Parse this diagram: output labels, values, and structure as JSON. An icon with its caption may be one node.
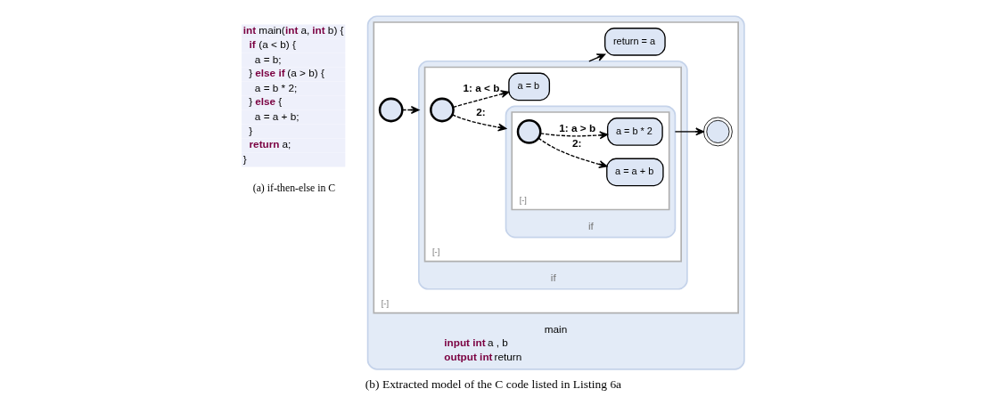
{
  "diagram": {
    "caption": "(b) Extracted model of the C code listed in Listing 6a",
    "nodes": [
      {
        "text": [
          "main",
          "**input int** a , b",
          "**output int** return"
        ]
      },
      {
        "text": [
          "[-]"
        ],
        "in": 0
      },
      {
        "text": [],
        "shape": "circle",
        "in": 1
      },
      {
        "text": [
          "if"
        ],
        "in": 1
      },
      {
        "text": [
          "[-]"
        ],
        "in": 3
      },
      {
        "text": [],
        "shape": "circle",
        "in": 4
      },
      {
        "text": [
          "if"
        ],
        "in": 4
      },
      {
        "text": [
          "[-]"
        ],
        "in": 6
      },
      {
        "text": [],
        "shape": "circle",
        "in": 7
      },
      {
        "text": [
          "a = a + b"
        ],
        "in": 7
      },
      {
        "text": [
          "a = b * 2"
        ],
        "in": 7
      },
      {
        "text": [
          "a = b"
        ],
        "in": 4
      },
      {
        "text": [],
        "shape": "circle",
        "in": 1
      },
      {
        "text": [
          "return = a"
        ],
        "in": 1
      }
    ],
    "edges": [
      {
        "from": 2,
        "to": 3,
        "arrow": "to",
        "style": "dashed"
      },
      {
        "from": 5,
        "to": 6,
        "arrow": "to",
        "style": "dashed",
        "label": "2:"
      },
      {
        "from": 5,
        "to": 11,
        "arrow": "to",
        "style": "dashed",
        "label": "1: a < b"
      },
      {
        "from": 8,
        "to": 9,
        "arrow": "to",
        "style": "dashed",
        "label": "2:"
      },
      {
        "from": 8,
        "to": 10,
        "arrow": "to",
        "style": "dashed",
        "label": "1: a > b"
      },
      {
        "from": 6,
        "to": 12,
        "arrow": "to"
      },
      {
        "from": 3,
        "to": 13,
        "arrow": "to"
      }
    ],
    "labels": [
      "**int** main(**int** a, **int** b) {",
      "  **if** (a < b) {",
      "    a = b;",
      "  } **else if** (a > b) {",
      "    a = b * 2;",
      "  } **else** {",
      "    a = a + b;",
      "  }",
      "  **return** a;",
      "}",
      "(a) if-then-else in C"
    ]
  }
}
